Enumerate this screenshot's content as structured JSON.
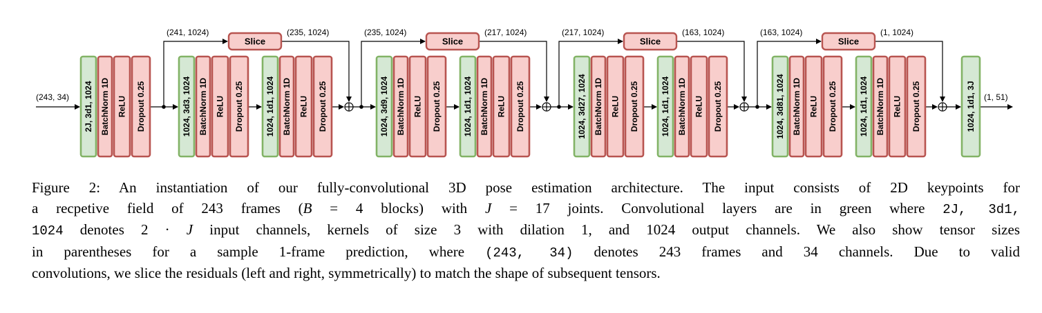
{
  "diagram": {
    "input_size": "(243, 34)",
    "output_size": "(1, 51)",
    "input_conv": "2J, 3d1, 1024",
    "output_conv": "1024, 1d1, 3J",
    "bn_label": "BatchNorm 1D",
    "relu_label": "ReLU",
    "dropout_label": "Dropout 0.25",
    "slice_label": "Slice",
    "blocks": [
      {
        "conv1": "1024, 3d3, 1024",
        "conv2": "1024, 1d1, 1024",
        "slice_in": "(241, 1024)",
        "slice_out": "(235, 1024)"
      },
      {
        "conv1": "1024, 3d9, 1024",
        "conv2": "1024, 1d1, 1024",
        "slice_in": "(235, 1024)",
        "slice_out": "(217, 1024)"
      },
      {
        "conv1": "1024, 3d27, 1024",
        "conv2": "1024, 1d1, 1024",
        "slice_in": "(217, 1024)",
        "slice_out": "(163, 1024)"
      },
      {
        "conv1": "1024, 3d81, 1024",
        "conv2": "1024, 1d1, 1024",
        "slice_in": "(163, 1024)",
        "slice_out": "(1, 1024)"
      }
    ],
    "colors": {
      "conv_fill": "#d5e8d4",
      "conv_stroke": "#82b366",
      "layer_fill": "#f8cecc",
      "layer_stroke": "#b85450"
    }
  },
  "caption": {
    "l1a": "Figure 2: An instantiation of our fully-convolutional 3D pose estimation architecture. The input consists of 2D keypoints for",
    "l2a": "a recpetive field of 243 frames (",
    "l2b": "B",
    "l2c": " = 4 blocks) with ",
    "l2d": "J",
    "l2e": " = 17 joints. Convolutional layers are in green where ",
    "l2f": "2J, 3d1,",
    "l3a": "1024",
    "l3b": " denotes 2 · ",
    "l3c": "J",
    "l3d": " input channels, kernels of size 3 with dilation 1, and 1024 output channels. We also show tensor sizes",
    "l4a": "in parentheses for a sample 1-frame prediction, where ",
    "l4b": "(243, 34)",
    "l4c": " denotes 243 frames and 34 channels. Due to valid",
    "l5a": "convolutions, we slice the residuals (left and right, symmetrically) to match the shape of subsequent tensors."
  }
}
